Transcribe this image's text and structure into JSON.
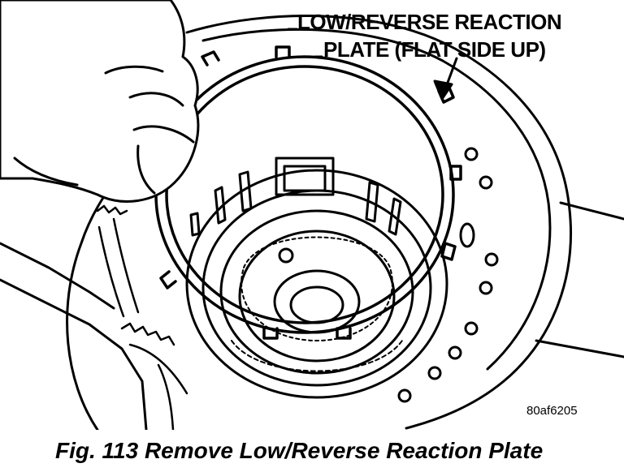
{
  "callout": {
    "line1": "LOW/REVERSE REACTION",
    "line2": "PLATE (FLAT SIDE UP)"
  },
  "image_code": "80af6205",
  "caption": "Fig. 113 Remove Low/Reverse Reaction Plate",
  "icons": [
    "reaction-plate-ring",
    "hand",
    "transmission-case",
    "clutch-pack",
    "gear-teeth"
  ]
}
